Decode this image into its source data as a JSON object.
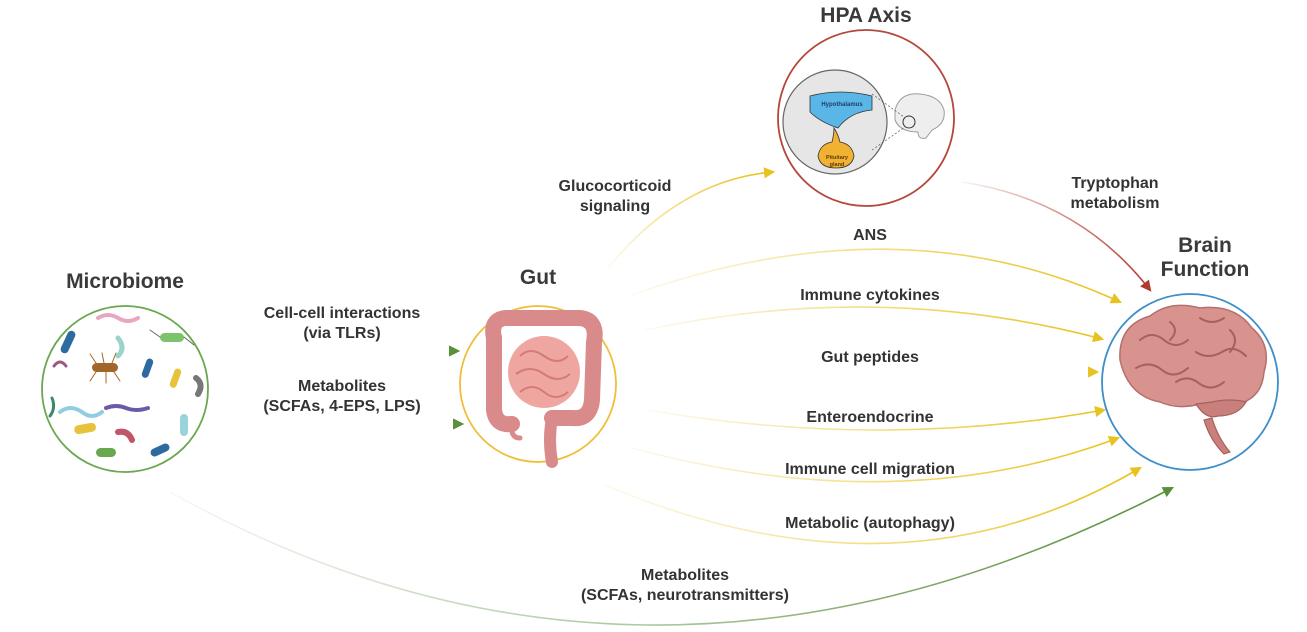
{
  "nodes": {
    "microbiome": {
      "title": "Microbiome"
    },
    "gut": {
      "title": "Gut"
    },
    "hpa": {
      "title": "HPA Axis",
      "hypothalamus_label": "Hypothalamus",
      "pituitary_label_1": "Pituitary",
      "pituitary_label_2": "gland"
    },
    "brain": {
      "title_line1": "Brain",
      "title_line2": "Function"
    }
  },
  "edges": {
    "cell_cell": {
      "line1": "Cell-cell interactions",
      "line2": "(via TLRs)"
    },
    "metabolites_gut": {
      "line1": "Metabolites",
      "line2": "(SCFAs, 4-EPS, LPS)"
    },
    "glucocorticoid": {
      "line1": "Glucocorticoid",
      "line2": "signaling"
    },
    "tryptophan": {
      "line1": "Tryptophan",
      "line2": "metabolism"
    },
    "ans": "ANS",
    "immune_cytokines": "Immune cytokines",
    "gut_peptides": "Gut peptides",
    "enteroendocrine": "Enteroendocrine",
    "immune_cell_migration": "Immune cell migration",
    "metabolic": "Metabolic (autophagy)",
    "metabolites_brain": {
      "line1": "Metabolites",
      "line2": "(SCFAs, neurotransmitters)"
    }
  },
  "colors": {
    "green": "#5a8f3c",
    "yellow": "#e8c21e",
    "red": "#b03a2e",
    "hpa_circle": "#b5473a",
    "gut_circle": "#efbf3a",
    "brain_circle": "#3d8ec9",
    "microbiome_circle": "#6aa84f"
  }
}
